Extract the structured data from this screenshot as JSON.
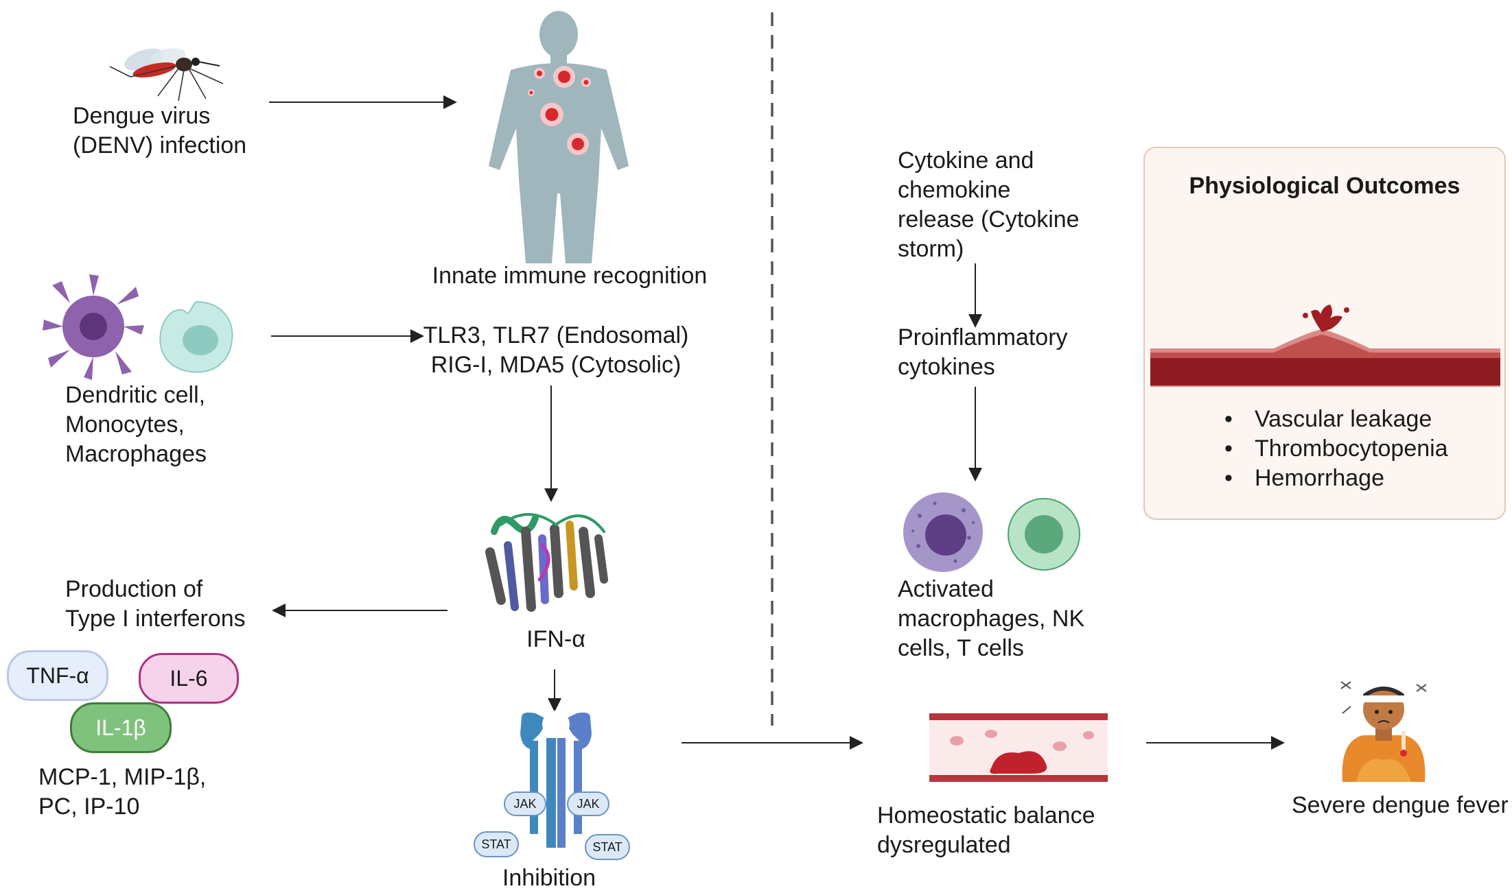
{
  "labels": {
    "dengue": "Dengue virus\n(DENV) infection",
    "innate": "Innate immune recognition",
    "cells": "Dendritic cell,\nMonocytes,\nMacrophages",
    "receptors": "TLR3, TLR7 (Endosomal)\nRIG-I, MDA5 (Cytosolic)",
    "interferons": "Production of\nType I interferons",
    "ifn": "IFN-α",
    "chemokines": "MCP-1, MIP-1β,\nPC, IP-10",
    "inhibition": "Inhibition",
    "cytokine_release": "Cytokine and\nchemokine\nrelease (Cytokine\nstorm)",
    "proinflammatory": "Proinflammatory\ncytokines",
    "activated": "Activated\nmacrophages, NK\ncells, T cells",
    "homeostatic": "Homeostatic balance\ndysregulated",
    "severe": "Severe dengue fever"
  },
  "pills": {
    "tnf": "TNF-α",
    "il6": "IL-6",
    "il1b": "IL-1β"
  },
  "receptor_labels": {
    "jak_left": "JAK",
    "jak_right": "JAK",
    "stat_left": "STAT",
    "stat_right": "STAT"
  },
  "outcomes": {
    "title": "Physiological Outcomes",
    "items": [
      "Vascular leakage",
      "Thrombocytopenia",
      "Hemorrhage"
    ]
  },
  "colors": {
    "body_silhouette": "#9fb7bc",
    "infection_spot": "#d8282e",
    "dendritic": "#8e62ad",
    "monocyte": "#a9ddd6",
    "tnf_fill": "#e6eefb",
    "il6_fill": "#f5d3ea",
    "il1b_fill": "#7fc27d",
    "vessel": "#a9242c",
    "receptor": "#3e88bd",
    "box_fill": "#fcf5f1",
    "box_border": "#e2c6b7"
  }
}
